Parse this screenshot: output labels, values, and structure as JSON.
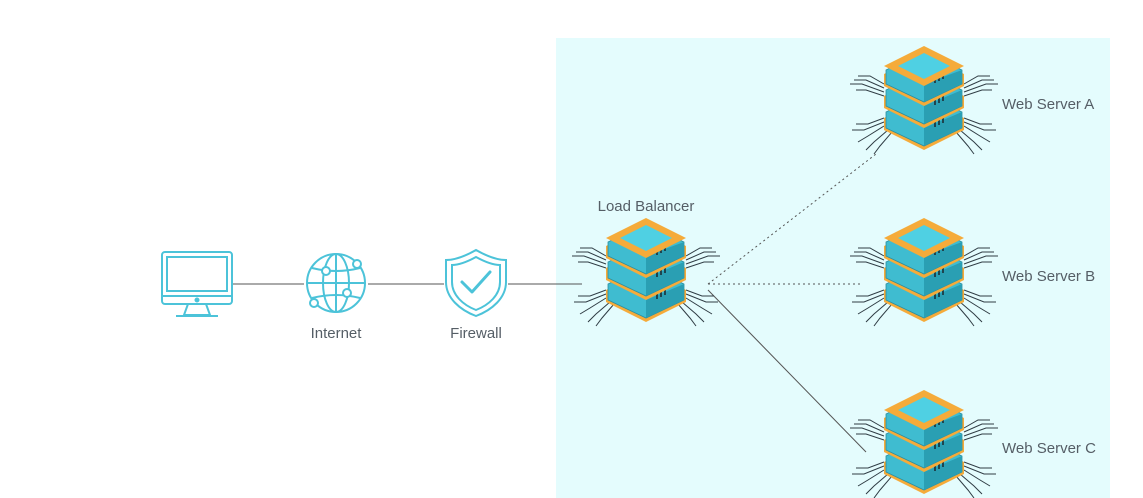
{
  "nodes": {
    "computer": {
      "icon": "computer-monitor-icon",
      "label": ""
    },
    "internet": {
      "icon": "globe-network-icon",
      "label": "Internet"
    },
    "firewall": {
      "icon": "shield-check-icon",
      "label": "Firewall"
    },
    "load_balancer": {
      "icon": "server-stack-icon",
      "label": "Load Balancer"
    },
    "servers": [
      {
        "icon": "server-stack-icon",
        "label": "Web Server A"
      },
      {
        "icon": "server-stack-icon",
        "label": "Web Server B"
      },
      {
        "icon": "server-stack-icon",
        "label": "Web Server C"
      }
    ]
  },
  "connections": [
    {
      "from": "computer",
      "to": "internet",
      "style": "solid"
    },
    {
      "from": "internet",
      "to": "firewall",
      "style": "solid"
    },
    {
      "from": "firewall",
      "to": "load_balancer",
      "style": "solid"
    },
    {
      "from": "load_balancer",
      "to": "Web Server A",
      "style": "dotted"
    },
    {
      "from": "load_balancer",
      "to": "Web Server B",
      "style": "dotted"
    },
    {
      "from": "load_balancer",
      "to": "Web Server C",
      "style": "solid"
    }
  ],
  "colors": {
    "zone_background": "#e4fcfd",
    "icon_stroke": "#4cc3d9",
    "server_body": "#3fbcd0",
    "server_top": "#f5ab3a",
    "label_text": "#555e66",
    "connector": "#555555"
  }
}
